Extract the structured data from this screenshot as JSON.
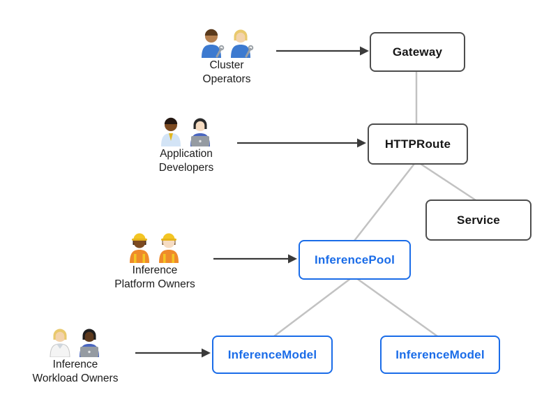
{
  "diagram": {
    "personas": [
      {
        "name": "Cluster Operators",
        "label_line1": "Cluster",
        "label_line2": "Operators",
        "emoji": "👨🏽‍🔧👩🏼‍🔧",
        "icon": "mechanics-emoji-pair"
      },
      {
        "name": "Application Developers",
        "label_line1": "Application",
        "label_line2": "Developers",
        "emoji": "👨🏾‍💼👩🏻‍💻",
        "icon": "office-worker-and-technologist-emoji-pair"
      },
      {
        "name": "Inference Platform Owners",
        "label_line1": "Inference",
        "label_line2": "Platform Owners",
        "emoji": "👷🏾‍♀️👷🏻",
        "icon": "construction-workers-emoji-pair"
      },
      {
        "name": "Inference Workload Owners",
        "label_line1": "Inference",
        "label_line2": "Workload Owners",
        "emoji": "🧑🏼‍⚕️🧑🏿‍💻",
        "icon": "health-worker-and-technologist-emoji-pair"
      }
    ],
    "nodes": {
      "gateway": {
        "label": "Gateway",
        "style": "standard"
      },
      "httproute": {
        "label": "HTTPRoute",
        "style": "standard"
      },
      "service": {
        "label": "Service",
        "style": "standard"
      },
      "inference_pool": {
        "label": "InferencePool",
        "style": "extension"
      },
      "inference_model_left": {
        "label": "InferenceModel",
        "style": "extension"
      },
      "inference_model_right": {
        "label": "InferenceModel",
        "style": "extension"
      }
    },
    "edges": [
      {
        "from": "Gateway",
        "to": "HTTPRoute"
      },
      {
        "from": "HTTPRoute",
        "to": "Service"
      },
      {
        "from": "HTTPRoute",
        "to": "InferencePool"
      },
      {
        "from": "InferencePool",
        "to": "InferenceModel (left)"
      },
      {
        "from": "InferencePool",
        "to": "InferenceModel (right)"
      }
    ],
    "actor_edges": [
      {
        "from": "Cluster Operators",
        "to": "Gateway"
      },
      {
        "from": "Application Developers",
        "to": "HTTPRoute"
      },
      {
        "from": "Inference Platform Owners",
        "to": "InferencePool"
      },
      {
        "from": "Inference Workload Owners",
        "to": "InferenceModel (left)"
      }
    ],
    "colors": {
      "background": "#ffffff",
      "standard_node_border": "#4d4d4d",
      "standard_node_text": "#161616",
      "extension_node_accent": "#1a6ce8",
      "connector_line": "#c2c2c2",
      "arrow": "#3a3a3a"
    }
  }
}
